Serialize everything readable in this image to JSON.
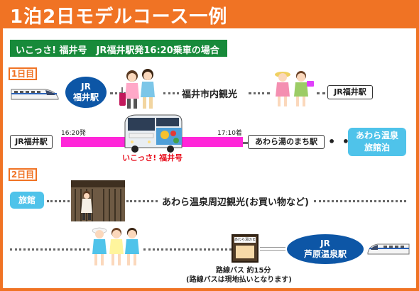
{
  "title": "1泊2日モデルコース一例",
  "route_banner": "いこっさ! 福井号　JR福井駅発16:20乗車の場合",
  "day1": {
    "label": "1日目",
    "origin_station": "JR\n福井駅",
    "sightseeing": "福井市内観光",
    "return_station": "JR福井駅",
    "depart_station": "JR福井駅",
    "depart_time": "16:20発",
    "arrive_time": "17:10着",
    "bus_name": "いこっさ! 福井号",
    "arrive_station": "あわら湯のまち駅",
    "ellipsis": "• • •",
    "stay": "あわら温泉\n旅館泊"
  },
  "day2": {
    "label": "2日目",
    "start": "旅館",
    "sightseeing": "あわら温泉周辺観光(お買い物など)",
    "bus_sign": "あわら湯のまち",
    "bus_caption": "路線バス 約15分",
    "bus_note": "(路線バスは現地払いとなります)",
    "final_station": "JR\n芦原温泉駅"
  },
  "colors": {
    "accent": "#f07324",
    "banner_green": "#178a3a",
    "station_blue": "#0d56a6",
    "stay_cyan": "#4fc3ea",
    "route_pink": "#ff26d9",
    "bus_red": "#e8101e"
  }
}
